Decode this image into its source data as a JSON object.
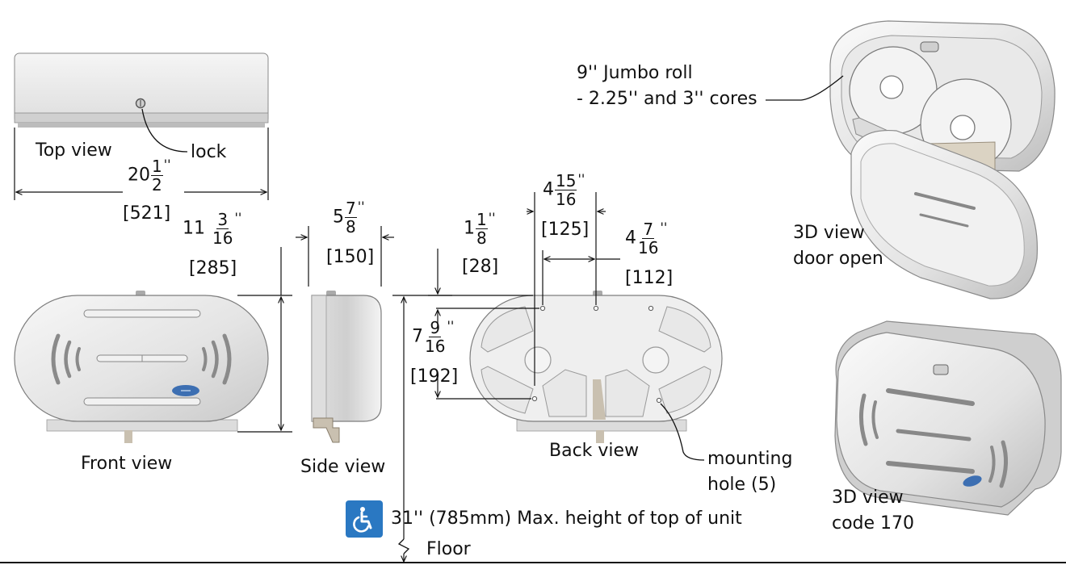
{
  "views": {
    "top": "Top view",
    "front": "Front view",
    "side": "Side view",
    "back": "Back view",
    "door_open_line1": "3D view",
    "door_open_line2": "door open",
    "code_line1": "3D view",
    "code_line2": "code 170"
  },
  "callouts": {
    "lock": "lock",
    "roll_line1": "9'' Jumbo roll",
    "roll_line2": "- 2.25'' and 3'' cores",
    "mounting_line1": "mounting",
    "mounting_line2": "hole (5)",
    "floor": "Floor",
    "max_height": "31'' (785mm) Max. height of top of unit"
  },
  "dimensions": {
    "width": {
      "whole": "20",
      "num": "1",
      "den": "2",
      "mm": "[521]"
    },
    "height": {
      "whole": "11",
      "num": "3",
      "den": "16",
      "mm": "[285]"
    },
    "depth": {
      "whole": "5",
      "num": "7",
      "den": "8",
      "mm": "[150]"
    },
    "top_offset": {
      "whole": "1",
      "num": "1",
      "den": "8",
      "mm": "[28]"
    },
    "hole_spacing_wide": {
      "whole": "4",
      "num": "15",
      "den": "16",
      "mm": "[125]"
    },
    "hole_spacing_narrow": {
      "whole": "4",
      "num": "7",
      "den": "16",
      "mm": "[112]"
    },
    "hole_vertical": {
      "whole": "7",
      "num": "9",
      "den": "16",
      "mm": "[192]"
    },
    "inch_mark": "''"
  },
  "colors": {
    "line": "#222222",
    "body_light": "#f2f2f2",
    "body_mid": "#d9d9d9",
    "body_dark": "#a8a8a8",
    "accessibility_blue": "#2a78c2"
  },
  "icons": [
    "wheelchair-icon",
    "floor-break-icon"
  ]
}
